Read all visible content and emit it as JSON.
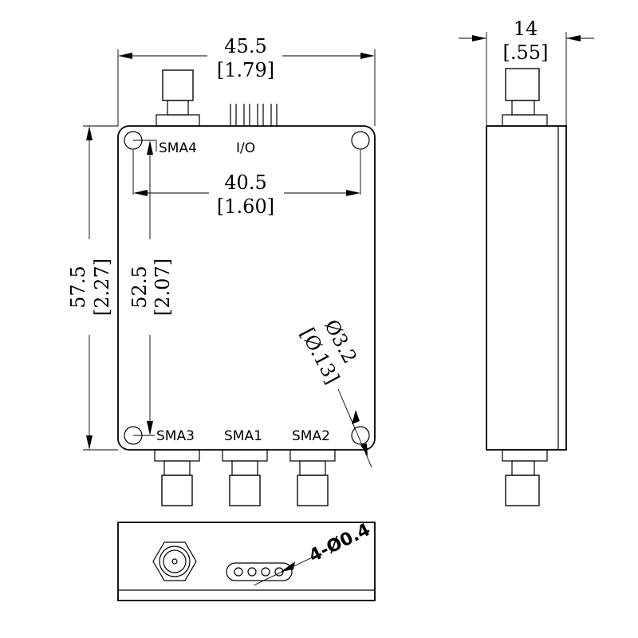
{
  "dimensions": {
    "width_mm": "45.5",
    "width_in": "[1.79]",
    "depth_mm": "14",
    "depth_in": "[.55]",
    "hole_spacing_x_mm": "40.5",
    "hole_spacing_x_in": "[1.60]",
    "height_mm": "57.5",
    "height_in": "[2.27]",
    "hole_spacing_y_mm": "52.5",
    "hole_spacing_y_in": "[2.07]",
    "hole_diameter_mm": "Ø3.2",
    "hole_diameter_in": "[Ø.13]",
    "pin_spec": "4-Ø0.4"
  },
  "labels": {
    "sma4": "SMA4",
    "io": "I/O",
    "sma3": "SMA3",
    "sma1": "SMA1",
    "sma2": "SMA2"
  }
}
